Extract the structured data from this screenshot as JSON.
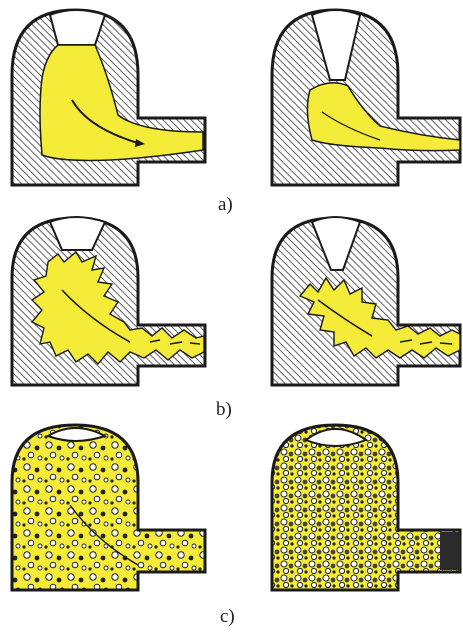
{
  "labels": {
    "a": "a)",
    "b": "b)",
    "c": "c)"
  },
  "colors": {
    "metal": "#f5ec3a",
    "outline": "#1a1a1a",
    "hatch": "#3a3a3a",
    "background": "#ffffff"
  },
  "panels": [
    {
      "row": "a",
      "variant": "left",
      "fill": "laminar"
    },
    {
      "row": "a",
      "variant": "right",
      "fill": "laminar-narrow"
    },
    {
      "row": "b",
      "variant": "left",
      "fill": "turbulent"
    },
    {
      "row": "b",
      "variant": "right",
      "fill": "turbulent-narrow"
    },
    {
      "row": "c",
      "variant": "left",
      "fill": "porous"
    },
    {
      "row": "c",
      "variant": "right",
      "fill": "porous-dense"
    }
  ]
}
